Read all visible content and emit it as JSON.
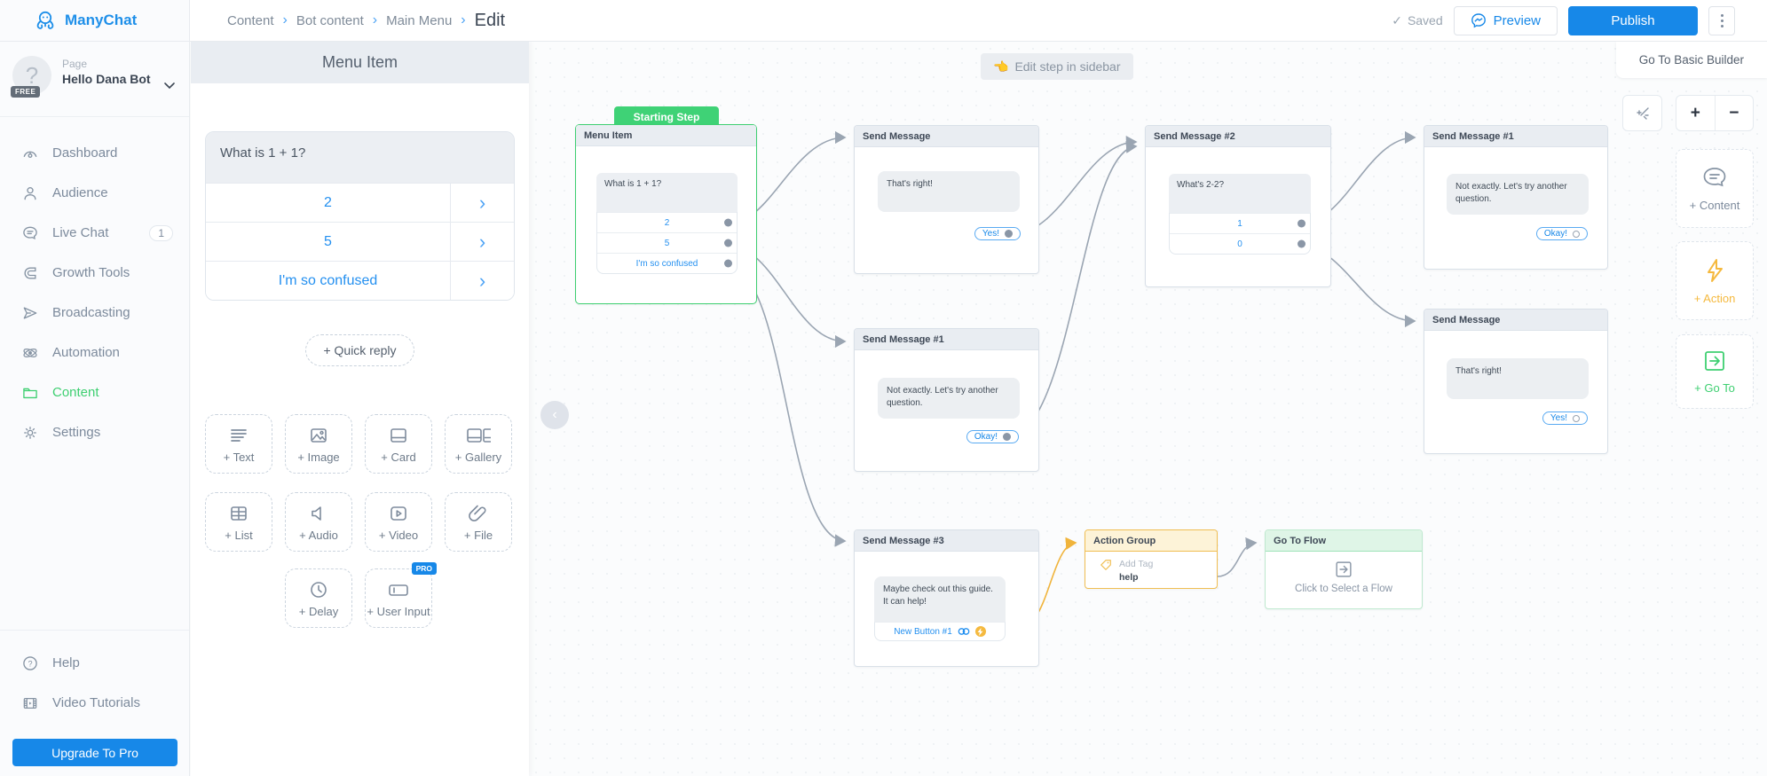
{
  "header": {
    "logo_text": "ManyChat",
    "breadcrumb": [
      "Content",
      "Bot content",
      "Main Menu"
    ],
    "breadcrumb_current": "Edit",
    "separator": "›",
    "saved_check": "✓",
    "saved_label": "Saved",
    "preview_label": "Preview",
    "publish_label": "Publish"
  },
  "sidebar": {
    "page_label": "Page",
    "page_name": "Hello Dana Bot",
    "plan_badge": "FREE",
    "avatar_glyph": "?",
    "items": [
      {
        "label": "Dashboard"
      },
      {
        "label": "Audience"
      },
      {
        "label": "Live Chat",
        "badge": "1"
      },
      {
        "label": "Growth Tools"
      },
      {
        "label": "Broadcasting"
      },
      {
        "label": "Automation"
      },
      {
        "label": "Content"
      },
      {
        "label": "Settings"
      }
    ],
    "footer_items": [
      {
        "label": "Help"
      },
      {
        "label": "Video Tutorials"
      }
    ],
    "upgrade_label": "Upgrade To Pro"
  },
  "editor": {
    "title": "Menu Item",
    "question": "What is 1 + 1?",
    "options": [
      "2",
      "5",
      "I'm so confused"
    ],
    "option_chevron": "›",
    "quick_reply_label": "+ Quick reply",
    "blocks": [
      {
        "label": "+ Text"
      },
      {
        "label": "+ Image"
      },
      {
        "label": "+ Card"
      },
      {
        "label": "+ Gallery"
      },
      {
        "label": "+ List"
      },
      {
        "label": "+ Audio"
      },
      {
        "label": "+ Video"
      },
      {
        "label": "+ File"
      },
      {
        "label": "+ Delay"
      },
      {
        "label": "+ User Input",
        "pro": "PRO"
      }
    ]
  },
  "canvas": {
    "hint_icon": "👈",
    "hint": "Edit step in sidebar",
    "basic_builder_label": "Go To Basic Builder",
    "collapse_glyph": "‹",
    "zoom_in": "+",
    "zoom_out": "−",
    "add_content_label": "+ Content",
    "add_action_label": "+ Action",
    "add_goto_label": "+ Go To",
    "nodes": {
      "menu_item": {
        "badge": "Starting Step",
        "title": "Menu Item",
        "question": "What is 1 + 1?",
        "options": [
          "2",
          "5",
          "I'm so confused"
        ]
      },
      "sm_top": {
        "title": "Send Message",
        "bubble": "That's right!",
        "button": "Yes!"
      },
      "sm2": {
        "title": "Send Message #2",
        "question": "What's 2-2?",
        "options": [
          "1",
          "0"
        ]
      },
      "sm1_top_right": {
        "title": "Send Message #1",
        "bubble": "Not exactly. Let's try another question.",
        "button": "Okay!"
      },
      "sm1_mid": {
        "title": "Send Message #1",
        "bubble": "Not exactly. Let's try another question.",
        "button": "Okay!"
      },
      "sm_bottom_right": {
        "title": "Send Message",
        "bubble": "That's right!",
        "button": "Yes!"
      },
      "sm3": {
        "title": "Send Message #3",
        "bubble": "Maybe check out this guide. It can help!",
        "button": "New Button #1"
      },
      "action_group": {
        "title": "Action Group",
        "action_label": "Add Tag",
        "action_value": "help"
      },
      "go_to_flow": {
        "title": "Go To Flow",
        "placeholder": "Click to Select a Flow"
      }
    }
  },
  "colors": {
    "accent_blue": "#1788e8",
    "green": "#3ecf71",
    "yellow": "#f5b93e"
  }
}
